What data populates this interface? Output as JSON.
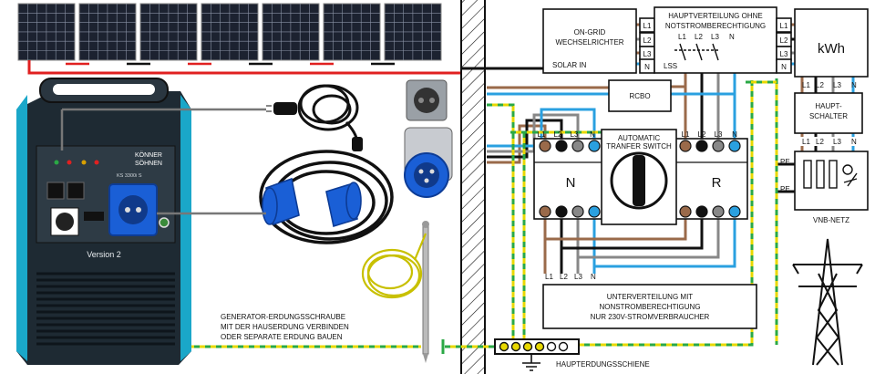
{
  "diagram": {
    "inverter": {
      "line1": "ON-GRID",
      "line2": "WECHSELRICHTER",
      "line3": "SOLAR IN"
    },
    "main_distribution": {
      "line1": "HAUPTVERTEILUNG  OHNE",
      "line2": "NOTSTROMBERECHTIGUNG",
      "lss": "LSS"
    },
    "meter": {
      "label": "kWh"
    },
    "rcbo": {
      "label": "RCBO"
    },
    "ats": {
      "line1": "AUTOMATIC",
      "line2": "TRANFER SWITCH",
      "left": "N",
      "right": "R"
    },
    "main_switch": {
      "line1": "HAUPT-",
      "line2": "SCHALTER"
    },
    "sub_distribution": {
      "line1": "UNTERVERTEILUNG MIT",
      "line2": "NONSTROMBERECHTIGUNG",
      "line3": "NUR 230V-STROMVERBRAUCHER"
    },
    "grid": {
      "label": "VNB-NETZ",
      "pe": "PE"
    },
    "ground_note": {
      "line1": "GENERATOR-ERDUNGSSCHRAUBE",
      "line2": "MIT DER HAUSERDUNG VERBINDEN",
      "line3": "ODER SEPARATE ERDUNG BAUEN"
    },
    "ground_bar": {
      "label": "HAUPTERDUNGSSCHIENE"
    },
    "generator": {
      "brand_line1": "KÖNNER",
      "brand_line2": "SÖHNEN",
      "model": "KS 3300i S",
      "version": "Version 2"
    },
    "phase_labels": {
      "l1": "L1",
      "l2": "L2",
      "l3": "L3",
      "n": "N"
    }
  },
  "colors": {
    "phase_l1": "#9a6a4a",
    "phase_l2": "#111111",
    "phase_l3": "#888888",
    "neutral": "#2aa0e0",
    "pe_yellow": "#e8d800",
    "pe_green": "#2aa845",
    "solar_red": "#e02020",
    "connector_blue": "#1a5fd6",
    "generator_body": "#1e2a33",
    "generator_accent": "#1aa7c9"
  }
}
